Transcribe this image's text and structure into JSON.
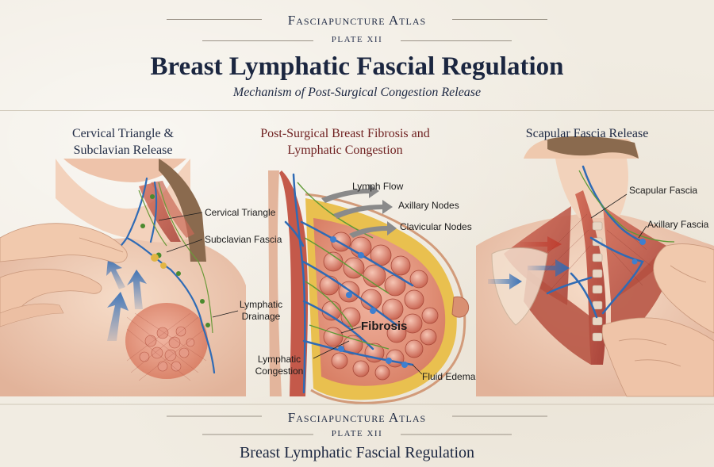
{
  "header": {
    "atlas_name": "Fasciapuncture Atlas",
    "plate": "PLATE XII",
    "title": "Breast Lymphatic Fascial Regulation",
    "subtitle": "Mechanism of Post-Surgical Congestion Release"
  },
  "panels": {
    "left": {
      "title_line1": "Cervical Triangle &",
      "title_line2": "Subclavian Release",
      "labels": {
        "cervical_triangle": "Cervical Triangle",
        "subclavian_fascia": "Subclavian Fascia",
        "lymphatic": "Lymphatic",
        "drainage": "Drainage"
      }
    },
    "center": {
      "title_line1": "Post-Surgical Breast Fibrosis and",
      "title_line2": "Lymphatic Congestion",
      "labels": {
        "lymph_flow": "Lymph Flow",
        "axillary_nodes": "Axillary Nodes",
        "clavicular_nodes": "Clavicular Nodes",
        "fibrosis": "Fibrosis",
        "lymphatic": "Lymphatic",
        "congestion": "Congestion",
        "fluid_edema": "Fluid Edema"
      }
    },
    "right": {
      "title": "Scapular Fascia Release",
      "labels": {
        "scapular_fascia": "Scapular Fascia",
        "axillary_fascia": "Axillary Fascia"
      }
    }
  },
  "footer": {
    "atlas_name": "Fasciapuncture Atlas",
    "plate": "PLATE XII",
    "title": "Breast Lymphatic Fascial Regulation"
  },
  "colors": {
    "navy_text": "#1f2a44",
    "red_title": "#6e1f1f",
    "lymph_blue": "#2f6bb5",
    "muscle_red": "#c2574a",
    "skin": "#f0cbb3",
    "fat_yellow": "#e7c24a"
  }
}
